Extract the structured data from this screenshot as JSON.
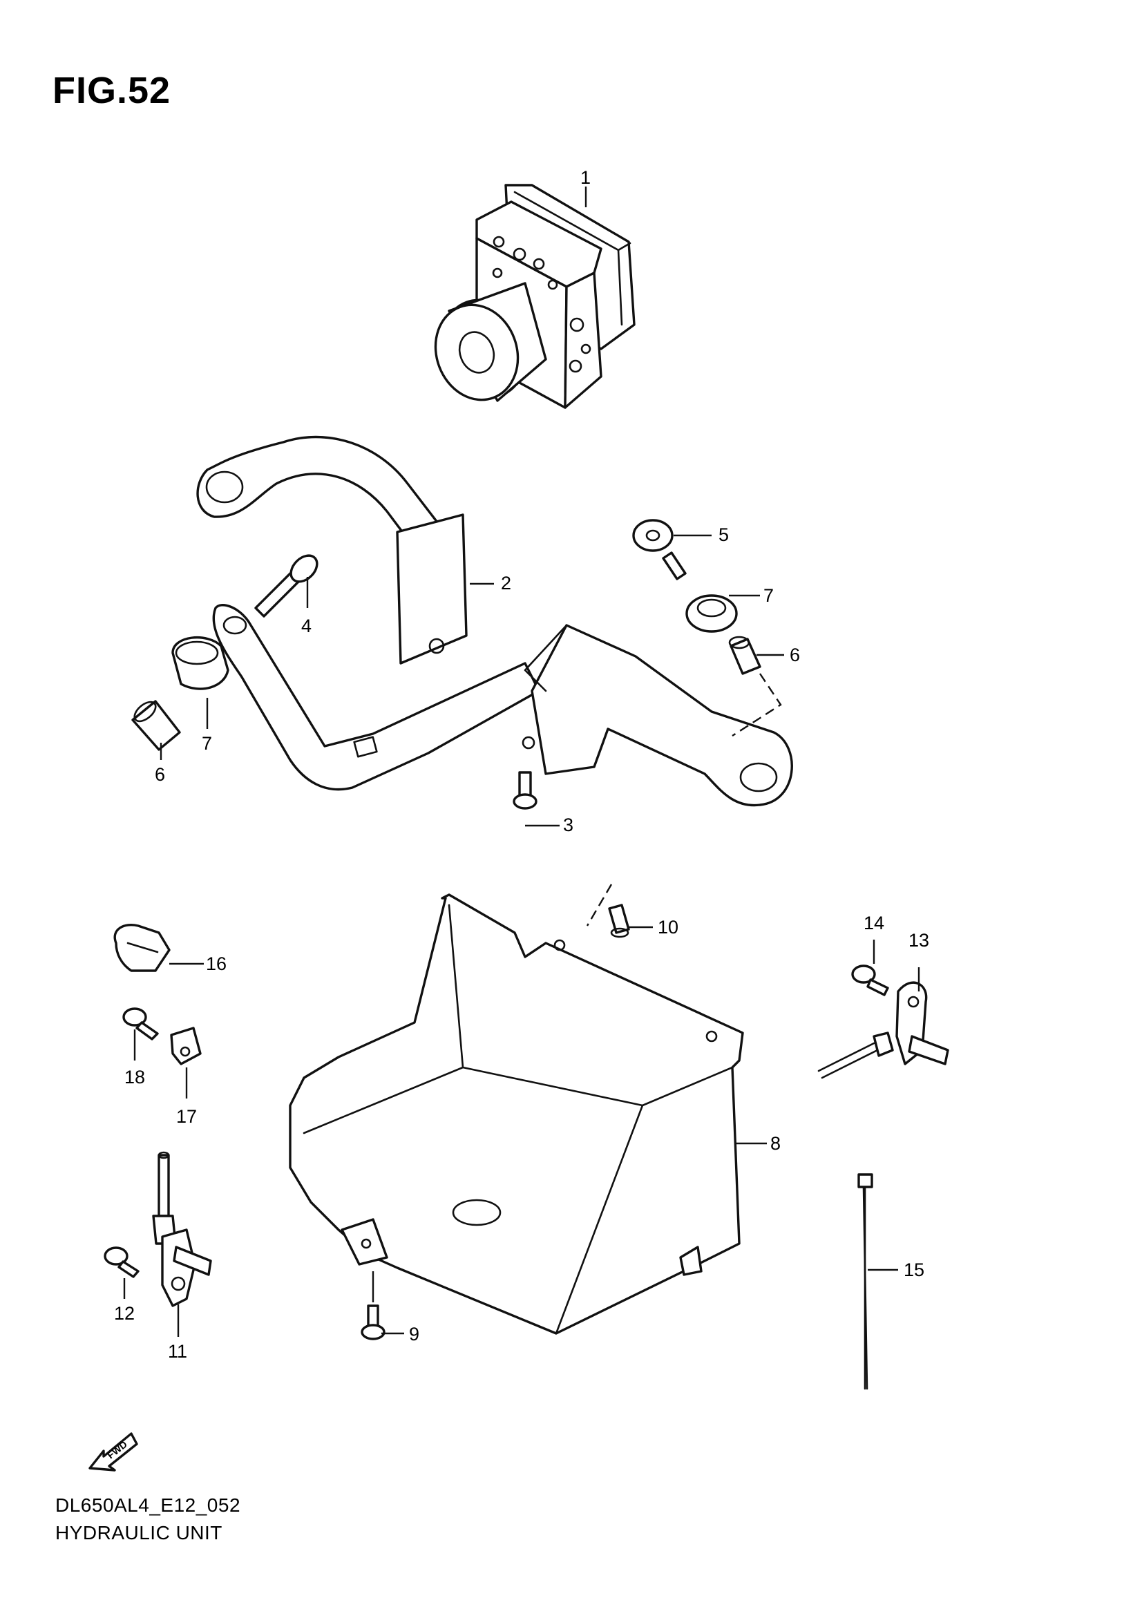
{
  "figure": {
    "title": "FIG.52",
    "code": "DL650AL4_E12_052",
    "name": "HYDRAULIC UNIT",
    "fwd_label": "FWD"
  },
  "callouts": [
    "1",
    "2",
    "3",
    "4",
    "5",
    "6",
    "7",
    "8",
    "9",
    "10",
    "11",
    "12",
    "13",
    "14",
    "15",
    "16",
    "17",
    "18"
  ],
  "callout_repeats": {
    "six_b": "6",
    "seven_b": "7"
  }
}
